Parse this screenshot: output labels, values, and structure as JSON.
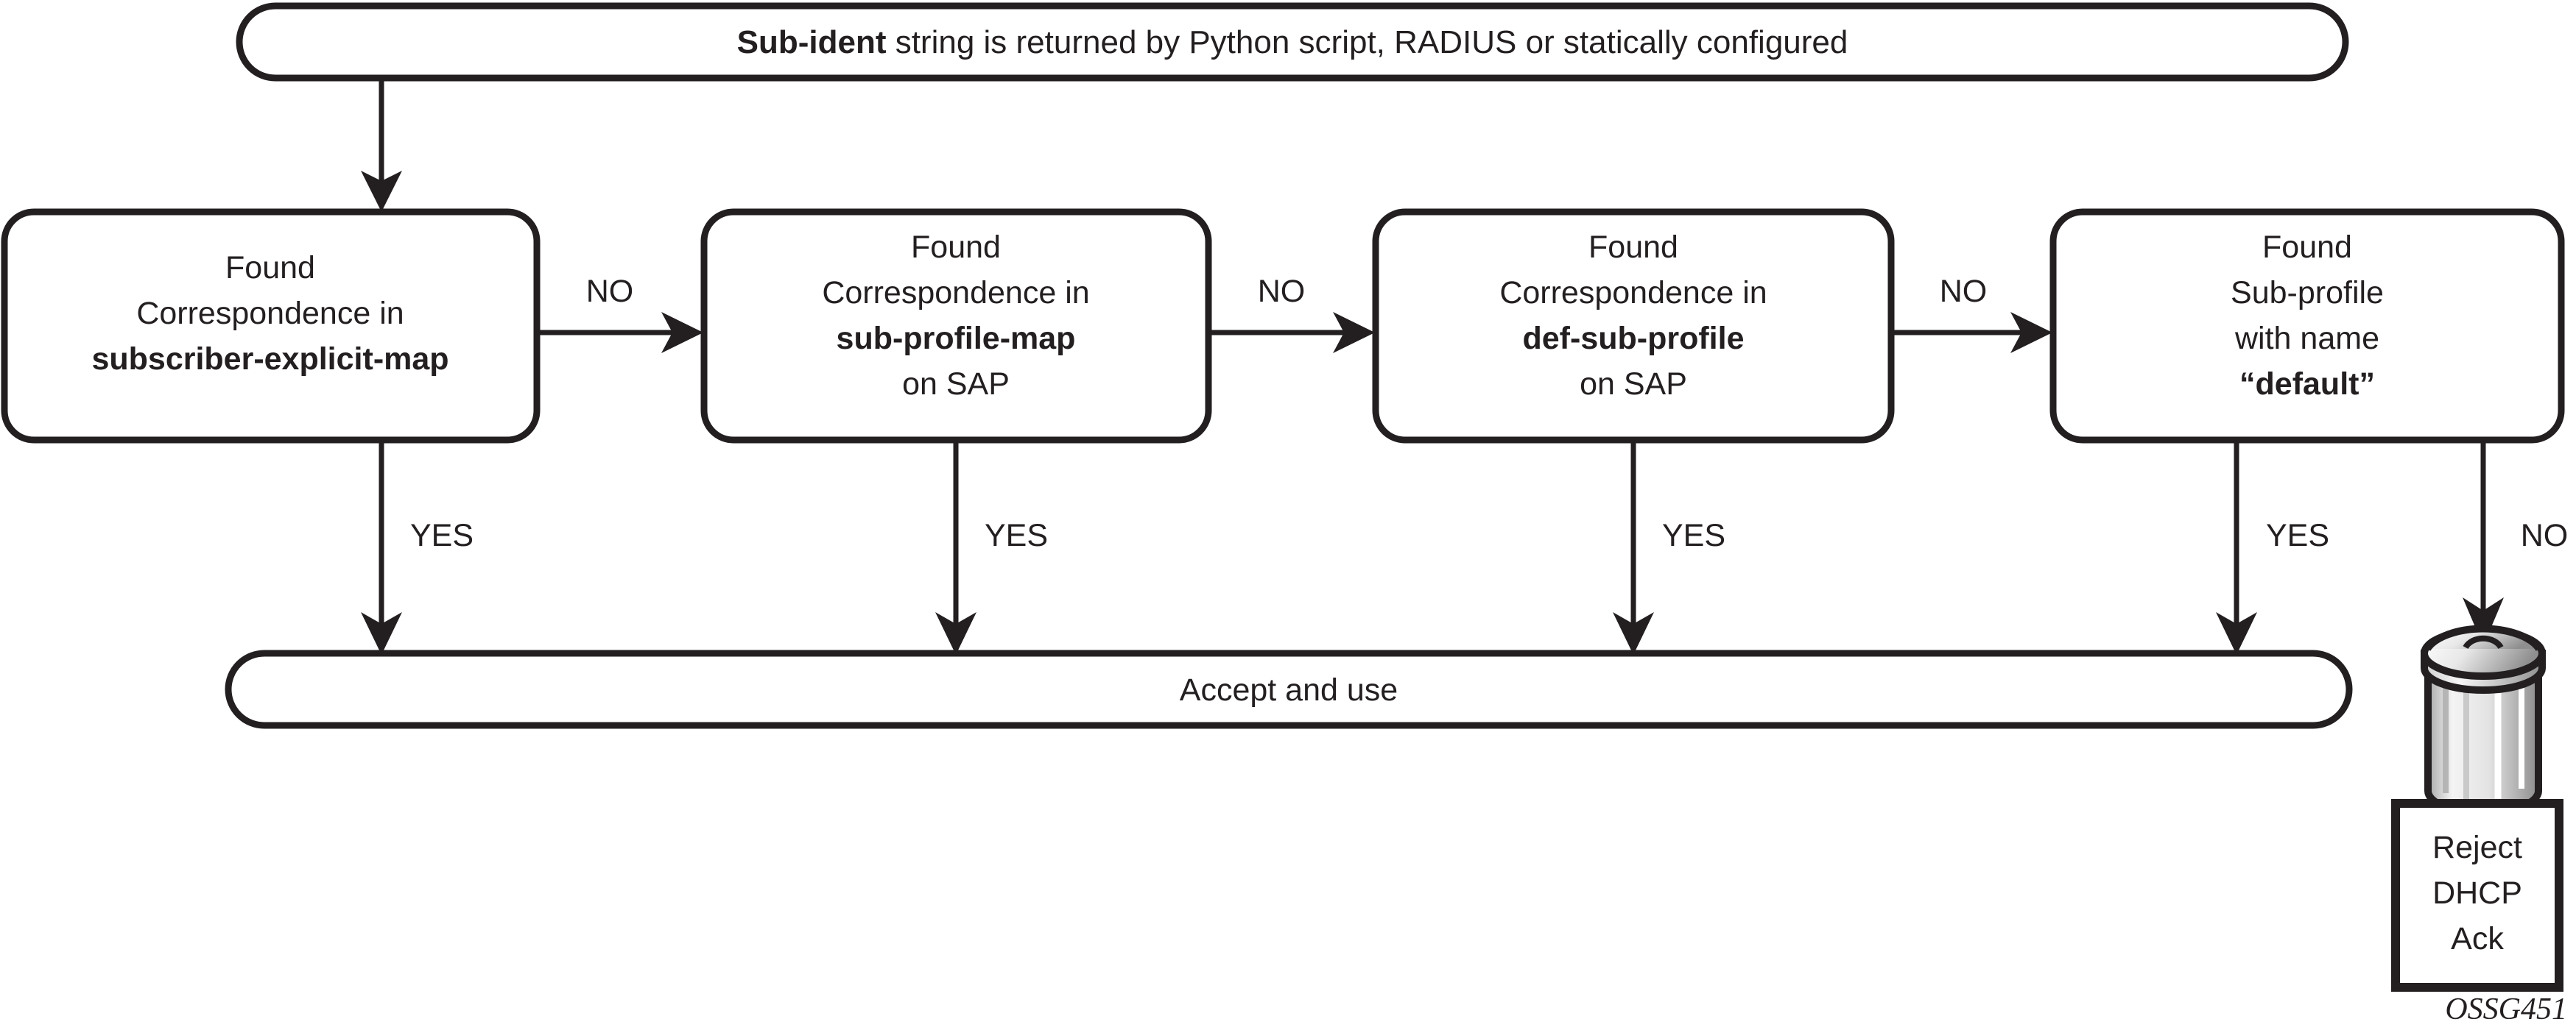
{
  "figure": {
    "id_caption": "OSSG451",
    "background_color": "#ffffff",
    "ink_color": "#231f20"
  },
  "banner": {
    "text_bold_prefix": "Sub-ident",
    "text_rest": " string is returned by Python script, RADIUS or statically configured",
    "full_text": "Sub-ident string is returned by Python script, RADIUS or statically configured"
  },
  "nodes": [
    {
      "id": "subscriber-explicit-map",
      "lines": [
        {
          "text": "Found",
          "bold": false
        },
        {
          "text": "Correspondence in",
          "bold": false
        },
        {
          "text": "subscriber-explicit-map",
          "bold": true
        }
      ]
    },
    {
      "id": "sub-profile-map",
      "lines": [
        {
          "text": "Found",
          "bold": false
        },
        {
          "text": "Correspondence in",
          "bold": false
        },
        {
          "text": "sub-profile-map",
          "bold": true
        },
        {
          "text": "on SAP",
          "bold": false
        }
      ]
    },
    {
      "id": "def-sub-profile",
      "lines": [
        {
          "text": "Found",
          "bold": false
        },
        {
          "text": "Correspondence in",
          "bold": false
        },
        {
          "text": "def-sub-profile",
          "bold": true
        },
        {
          "text": "on SAP",
          "bold": false
        }
      ]
    },
    {
      "id": "default-sub-profile",
      "lines": [
        {
          "text": "Found",
          "bold": false
        },
        {
          "text": "Sub-profile",
          "bold": false
        },
        {
          "text": "with name",
          "bold": false
        },
        {
          "text": "“default”",
          "bold": true
        }
      ]
    }
  ],
  "edge_labels": {
    "no_1": "NO",
    "no_2": "NO",
    "no_3": "NO",
    "no_reject": "NO",
    "yes_1": "YES",
    "yes_2": "YES",
    "yes_3": "YES",
    "yes_4": "YES"
  },
  "accept_bar": {
    "label": "Accept and use"
  },
  "reject": {
    "lines": [
      "Reject",
      "DHCP",
      "Ack"
    ],
    "icon": "trash-can-icon"
  },
  "flow_data": {
    "type": "flowchart",
    "start": "Sub-ident string is returned by Python script, RADIUS or statically configured",
    "decisions": [
      "Found Correspondence in subscriber-explicit-map",
      "Found Correspondence in sub-profile-map on SAP",
      "Found Correspondence in def-sub-profile on SAP",
      "Found Sub-profile with name “default”"
    ],
    "yes_target": "Accept and use",
    "final_no_target": "Reject DHCP Ack"
  }
}
